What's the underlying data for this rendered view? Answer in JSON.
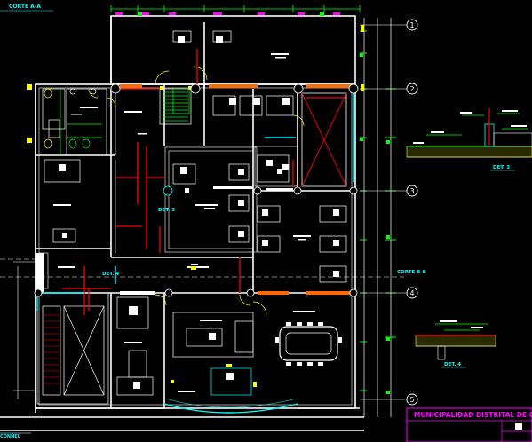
{
  "drawing": {
    "section_top": "CORTE A-A",
    "section_right": "CORTE B-B",
    "detail_3": "DET. 3",
    "detail_3b": "DET. 3",
    "detail_4": "DET. 4",
    "detail_4b": "DET. 4",
    "title_block": "MUNICIPALIDAD DISTRITAL DE CH",
    "scale_note": "CONNEL",
    "grid_axes": [
      "1",
      "2",
      "3",
      "4",
      "5"
    ]
  },
  "colors": {
    "background": "#000000",
    "walls": "#ffffff",
    "doors": "#ff0000",
    "windows": "#00ffff",
    "dims": "#00ff00",
    "text_labels": "#00ffff",
    "title_magenta": "#ff00ff",
    "columns": "#ff6a00",
    "furniture": "#ffff00"
  }
}
